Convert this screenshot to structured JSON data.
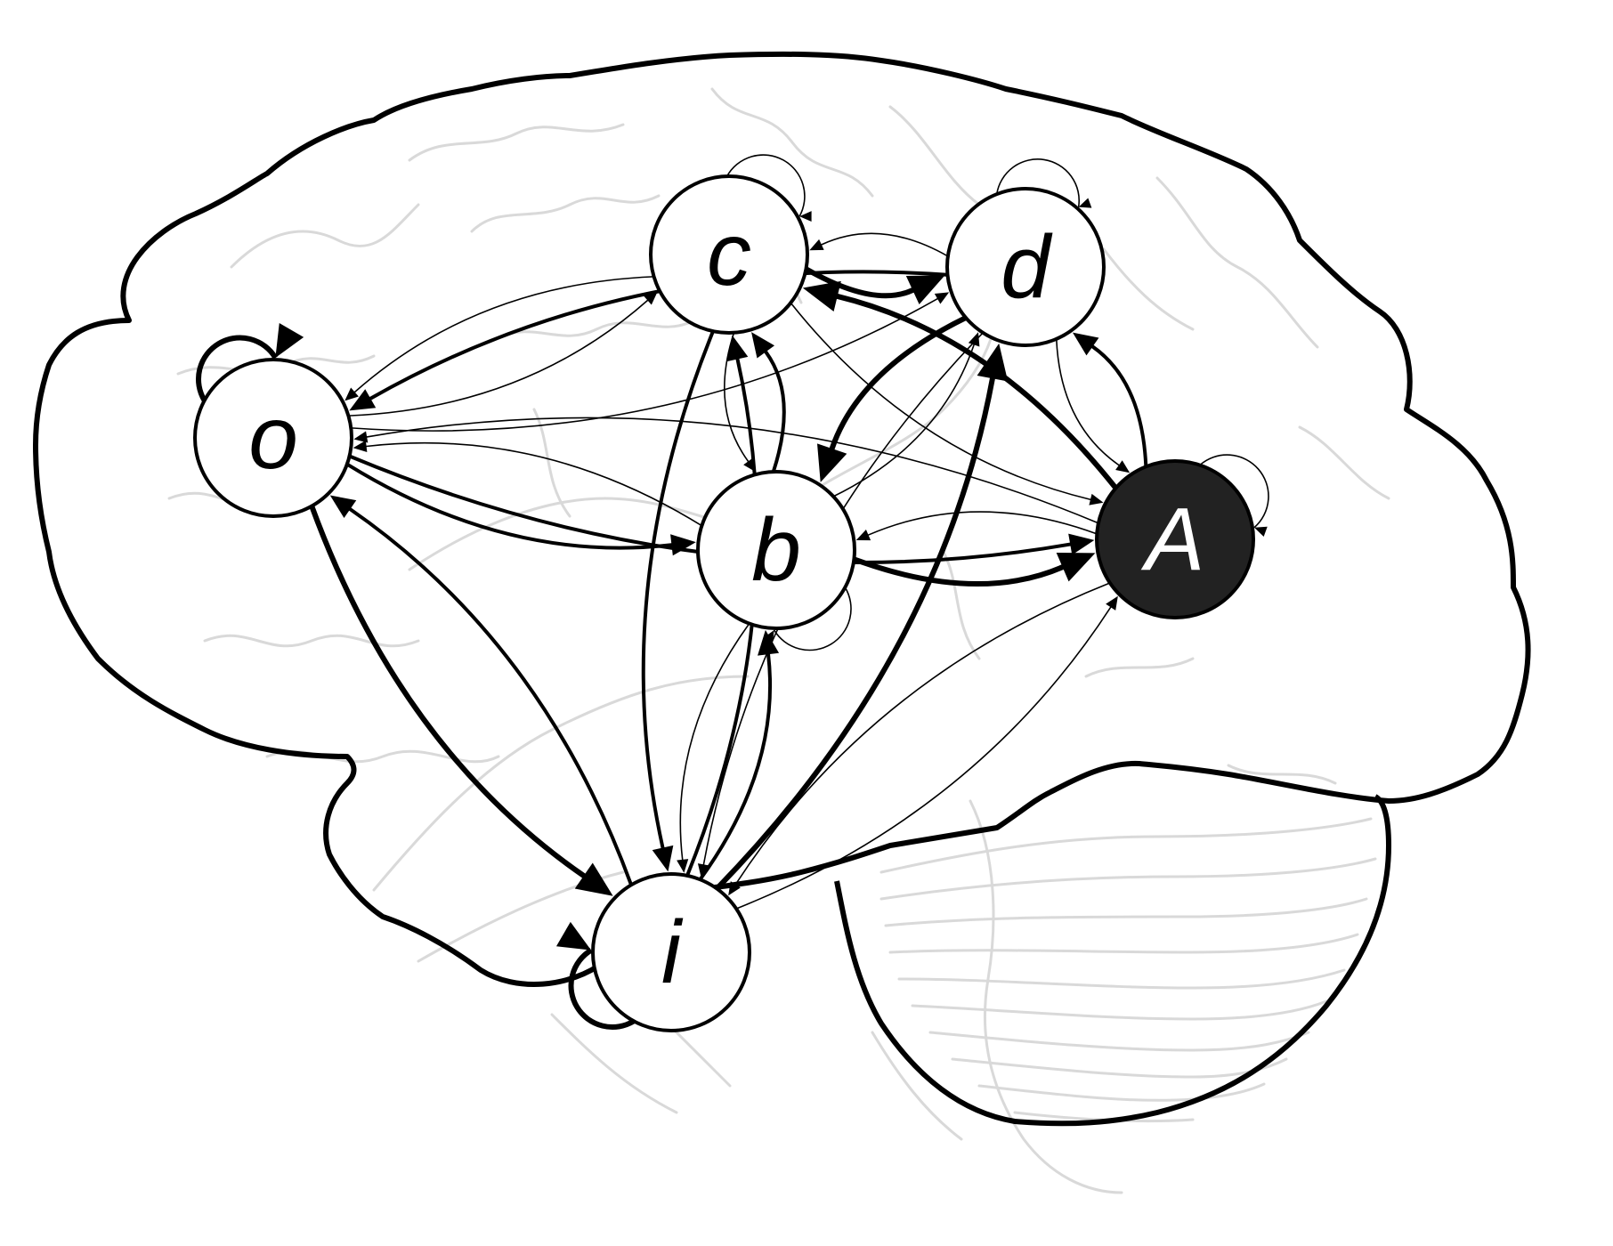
{
  "colors": {
    "background": "#ffffff",
    "ink": "#000000",
    "anatomy": "#d9d9d9",
    "highlight_fill": "#222222",
    "highlight_text": "#ffffff"
  },
  "nodes": [
    {
      "id": "o",
      "label": "o",
      "highlighted": false
    },
    {
      "id": "c",
      "label": "c",
      "highlighted": false
    },
    {
      "id": "d",
      "label": "d",
      "highlighted": false
    },
    {
      "id": "b",
      "label": "b",
      "highlighted": false
    },
    {
      "id": "A",
      "label": "A",
      "highlighted": true
    },
    {
      "id": "i",
      "label": "i",
      "highlighted": false
    }
  ],
  "edges": [
    {
      "from": "c",
      "to": "d",
      "weight": "strong"
    },
    {
      "from": "d",
      "to": "c",
      "weight": "weak"
    },
    {
      "from": "A",
      "to": "c",
      "weight": "strong"
    },
    {
      "from": "c",
      "to": "A",
      "weight": "weak"
    },
    {
      "from": "d",
      "to": "b",
      "weight": "strong"
    },
    {
      "from": "b",
      "to": "d",
      "weight": "weak"
    },
    {
      "from": "d",
      "to": "o",
      "weight": "medium"
    },
    {
      "from": "o",
      "to": "d",
      "weight": "weak"
    },
    {
      "from": "c",
      "to": "o",
      "weight": "weak"
    },
    {
      "from": "o",
      "to": "c",
      "weight": "weak"
    },
    {
      "from": "o",
      "to": "A",
      "weight": "medium"
    },
    {
      "from": "A",
      "to": "o",
      "weight": "weak"
    },
    {
      "from": "o",
      "to": "b",
      "weight": "medium"
    },
    {
      "from": "b",
      "to": "o",
      "weight": "weak"
    },
    {
      "from": "b",
      "to": "A",
      "weight": "strong"
    },
    {
      "from": "A",
      "to": "b",
      "weight": "weak"
    },
    {
      "from": "b",
      "to": "c",
      "weight": "medium"
    },
    {
      "from": "c",
      "to": "b",
      "weight": "weak"
    },
    {
      "from": "A",
      "to": "d",
      "weight": "medium"
    },
    {
      "from": "d",
      "to": "A",
      "weight": "weak"
    },
    {
      "from": "o",
      "to": "i",
      "weight": "strong"
    },
    {
      "from": "i",
      "to": "o",
      "weight": "medium"
    },
    {
      "from": "c",
      "to": "i",
      "weight": "medium"
    },
    {
      "from": "i",
      "to": "c",
      "weight": "medium"
    },
    {
      "from": "i",
      "to": "b",
      "weight": "medium"
    },
    {
      "from": "b",
      "to": "i",
      "weight": "weak"
    },
    {
      "from": "i",
      "to": "d",
      "weight": "strong"
    },
    {
      "from": "d",
      "to": "i",
      "weight": "weak"
    },
    {
      "from": "A",
      "to": "i",
      "weight": "weak"
    },
    {
      "from": "i",
      "to": "A",
      "weight": "weak"
    }
  ],
  "self_loops": [
    {
      "node": "o",
      "weight": "strong"
    },
    {
      "node": "c",
      "weight": "weak"
    },
    {
      "node": "d",
      "weight": "weak"
    },
    {
      "node": "b",
      "weight": "weak"
    },
    {
      "node": "A",
      "weight": "weak"
    },
    {
      "node": "i",
      "weight": "strong"
    }
  ]
}
